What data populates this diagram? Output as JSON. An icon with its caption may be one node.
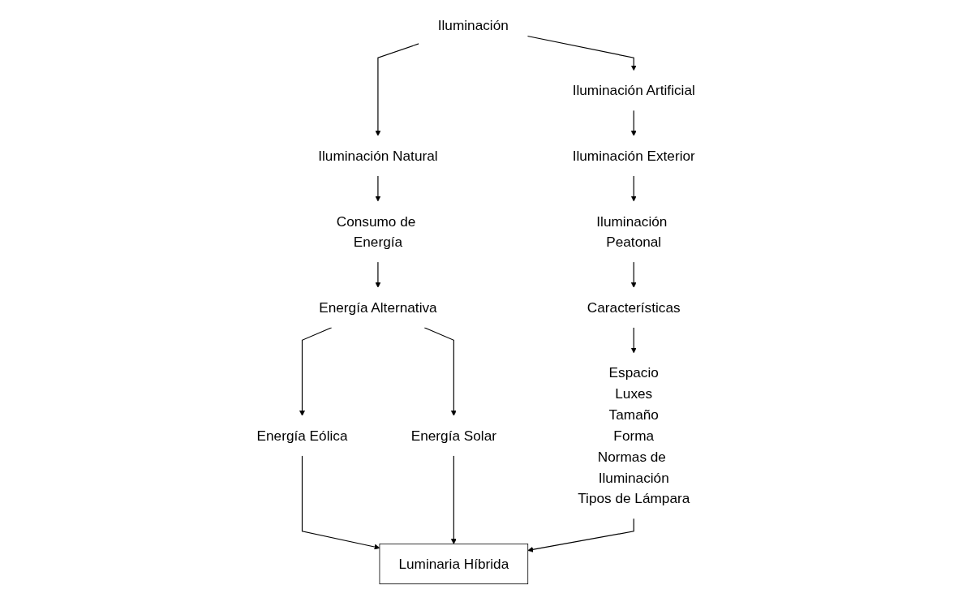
{
  "diagram": {
    "nodes": [
      {
        "text": [
          "Iluminación"
        ]
      },
      {
        "text": [
          "Iluminación Natural"
        ]
      },
      {
        "text": [
          "Consumo de Energía"
        ]
      },
      {
        "text": [
          "Energía Alternativa"
        ]
      },
      {
        "text": [
          "Energía Eólica"
        ]
      },
      {
        "text": [
          "Energía Solar"
        ]
      },
      {
        "text": [
          "Luminaria Híbrida"
        ]
      },
      {
        "text": [
          "Iluminación Artificial"
        ]
      },
      {
        "text": [
          "Iluminación Exterior"
        ]
      },
      {
        "text": [
          "Iluminación Peatonal"
        ]
      },
      {
        "text": [
          "Características"
        ]
      },
      {
        "text": [
          "Espacio",
          "Luxes",
          "Tamaño",
          "Forma",
          "Normas de Iluminación",
          "Tipos de Lámpara"
        ]
      }
    ],
    "edges": [
      {
        "from": 0,
        "to": 1,
        "arrow": "to"
      },
      {
        "from": 0,
        "to": 7,
        "arrow": "to"
      },
      {
        "from": 1,
        "to": 2,
        "arrow": "to"
      },
      {
        "from": 2,
        "to": 3,
        "arrow": "to"
      },
      {
        "from": 3,
        "to": 4,
        "arrow": "to"
      },
      {
        "from": 3,
        "to": 5,
        "arrow": "to"
      },
      {
        "from": 4,
        "to": 6,
        "arrow": "to"
      },
      {
        "from": 5,
        "to": 6,
        "arrow": "to"
      },
      {
        "from": 7,
        "to": 8,
        "arrow": "to"
      },
      {
        "from": 8,
        "to": 9,
        "arrow": "to"
      },
      {
        "from": 9,
        "to": 10,
        "arrow": "to"
      },
      {
        "from": 10,
        "to": 11,
        "arrow": "to"
      },
      {
        "from": 11,
        "to": 6,
        "arrow": "to"
      }
    ]
  }
}
